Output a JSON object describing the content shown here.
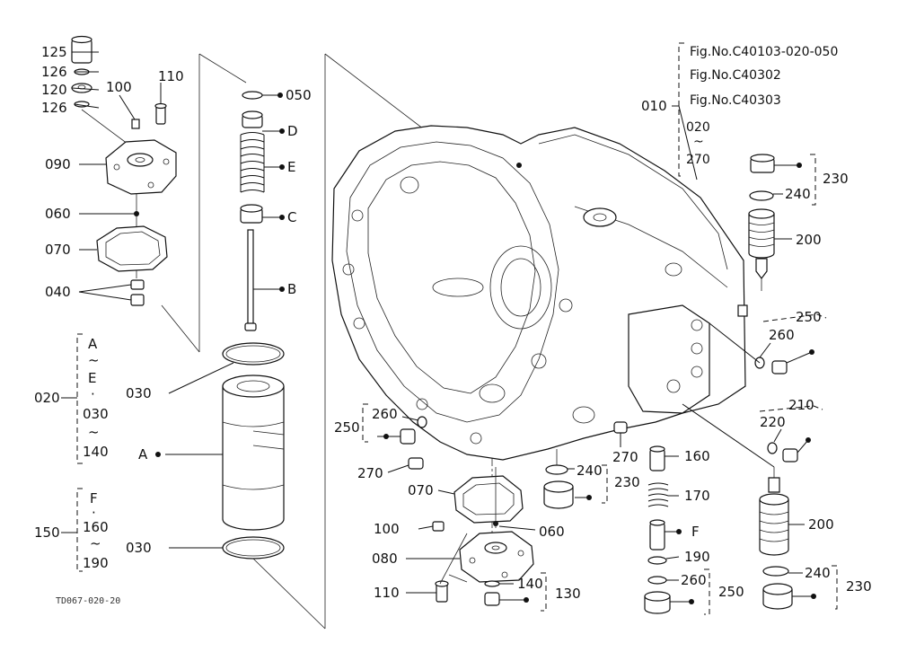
{
  "figure_code": "TD067-020-20",
  "references": [
    "Fig.No.C40103-020-050",
    "Fig.No.C40302",
    "Fig.No.C40303"
  ],
  "ref_range": [
    "020",
    "~",
    "270"
  ],
  "left_assembly": {
    "label": "020",
    "items": [
      "A",
      "~",
      "E",
      "·",
      "030",
      "~",
      "140"
    ]
  },
  "lower_assembly": {
    "label": "150",
    "items": [
      "F",
      "·",
      "160",
      "~",
      "190"
    ]
  },
  "callouts": [
    {
      "id": "c125",
      "text": "125"
    },
    {
      "id": "c126a",
      "text": "126"
    },
    {
      "id": "c120",
      "text": "120"
    },
    {
      "id": "c126b",
      "text": "126"
    },
    {
      "id": "c100a",
      "text": "100"
    },
    {
      "id": "c110a",
      "text": "110"
    },
    {
      "id": "c090",
      "text": "090"
    },
    {
      "id": "c060a",
      "text": "060"
    },
    {
      "id": "c070a",
      "text": "070"
    },
    {
      "id": "c040",
      "text": "040"
    },
    {
      "id": "c050",
      "text": "050"
    },
    {
      "id": "cD",
      "text": "D"
    },
    {
      "id": "cE",
      "text": "E"
    },
    {
      "id": "cC",
      "text": "C"
    },
    {
      "id": "cB",
      "text": "B"
    },
    {
      "id": "c030a",
      "text": "030"
    },
    {
      "id": "cA",
      "text": "A"
    },
    {
      "id": "c030b",
      "text": "030"
    },
    {
      "id": "c010",
      "text": "010"
    },
    {
      "id": "c230a",
      "text": "230"
    },
    {
      "id": "c240a",
      "text": "240"
    },
    {
      "id": "c200a",
      "text": "200"
    },
    {
      "id": "c250a",
      "text": "250"
    },
    {
      "id": "c260a",
      "text": "260"
    },
    {
      "id": "c210",
      "text": "210"
    },
    {
      "id": "c220",
      "text": "220"
    },
    {
      "id": "c250b",
      "text": "250"
    },
    {
      "id": "c260b",
      "text": "260"
    },
    {
      "id": "c270a",
      "text": "270"
    },
    {
      "id": "c270b",
      "text": "270"
    },
    {
      "id": "c160",
      "text": "160"
    },
    {
      "id": "c240b",
      "text": "240"
    },
    {
      "id": "c230b",
      "text": "230"
    },
    {
      "id": "c070b",
      "text": "070"
    },
    {
      "id": "c170",
      "text": "170"
    },
    {
      "id": "cF",
      "text": "F"
    },
    {
      "id": "c100b",
      "text": "100"
    },
    {
      "id": "c060b",
      "text": "060"
    },
    {
      "id": "c080",
      "text": "080"
    },
    {
      "id": "c190",
      "text": "190"
    },
    {
      "id": "c260c",
      "text": "260"
    },
    {
      "id": "c250c",
      "text": "250"
    },
    {
      "id": "c140",
      "text": "140"
    },
    {
      "id": "c130",
      "text": "130"
    },
    {
      "id": "c110b",
      "text": "110"
    },
    {
      "id": "c200b",
      "text": "200"
    },
    {
      "id": "c240c",
      "text": "240"
    },
    {
      "id": "c230c",
      "text": "230"
    }
  ]
}
